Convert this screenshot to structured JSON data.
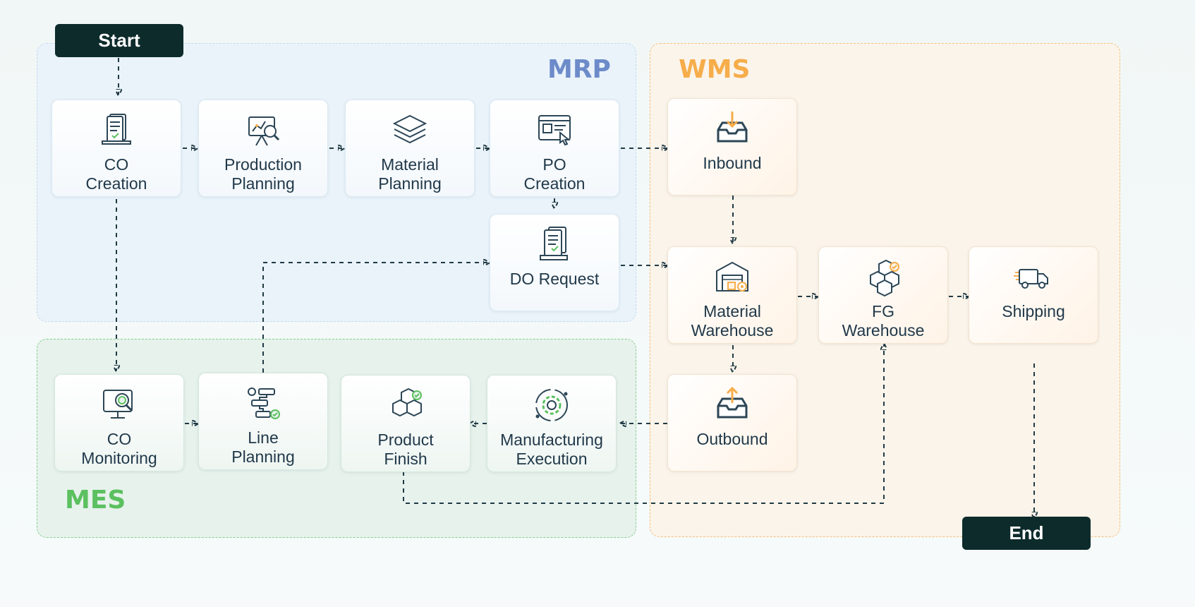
{
  "start": {
    "label": "Start"
  },
  "end": {
    "label": "End"
  },
  "regions": {
    "mrp": {
      "label": "MRP"
    },
    "wms": {
      "label": "WMS"
    },
    "mes": {
      "label": "MES"
    }
  },
  "nodes": {
    "co_creation": {
      "label_1": "CO",
      "label_2": "Creation",
      "icon": "document-checklist-icon"
    },
    "production_planning": {
      "label_1": "Production",
      "label_2": "Planning",
      "icon": "presentation-analytics-icon"
    },
    "material_planning": {
      "label_1": "Material",
      "label_2": "Planning",
      "icon": "layers-icon"
    },
    "po_creation": {
      "label_1": "PO",
      "label_2": "Creation",
      "icon": "browser-click-icon"
    },
    "do_request": {
      "label_1": "DO Request",
      "icon": "documents-check-icon"
    },
    "inbound": {
      "label_1": "Inbound",
      "icon": "inbox-down-icon"
    },
    "material_warehouse": {
      "label_1": "Material",
      "label_2": "Warehouse",
      "icon": "warehouse-icon"
    },
    "fg_warehouse": {
      "label_1": "FG",
      "label_2": "Warehouse",
      "icon": "boxes-check-icon"
    },
    "shipping": {
      "label_1": "Shipping",
      "icon": "truck-icon"
    },
    "outbound": {
      "label_1": "Outbound",
      "icon": "inbox-up-icon"
    },
    "co_monitoring": {
      "label_1": "CO",
      "label_2": "Monitoring",
      "icon": "monitor-search-icon"
    },
    "line_planning": {
      "label_1": "Line",
      "label_2": "Planning",
      "icon": "workflow-icon"
    },
    "product_finish": {
      "label_1": "Product",
      "label_2": "Finish",
      "icon": "boxes-check-icon"
    },
    "manufacturing_execution": {
      "label_1": "Manufacturing",
      "label_2": "Execution",
      "icon": "gear-cycle-icon"
    }
  },
  "colors": {
    "dark": "#0e2b2c",
    "mrp_accent": "#6d8bc9",
    "wms_accent": "#f6ad4a",
    "mes_accent": "#5bc05f",
    "icon_stroke": "#2c4656"
  }
}
